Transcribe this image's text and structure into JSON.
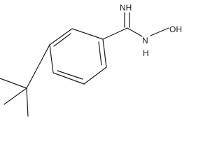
{
  "molecule": {
    "atoms": {
      "imine": "NH",
      "amine": "N",
      "hydroxyl": "OH",
      "amine_h": "H"
    },
    "colors": {
      "bond": "#1a1a1a",
      "text": "#1a1a1a",
      "background": "#ffffff"
    }
  }
}
